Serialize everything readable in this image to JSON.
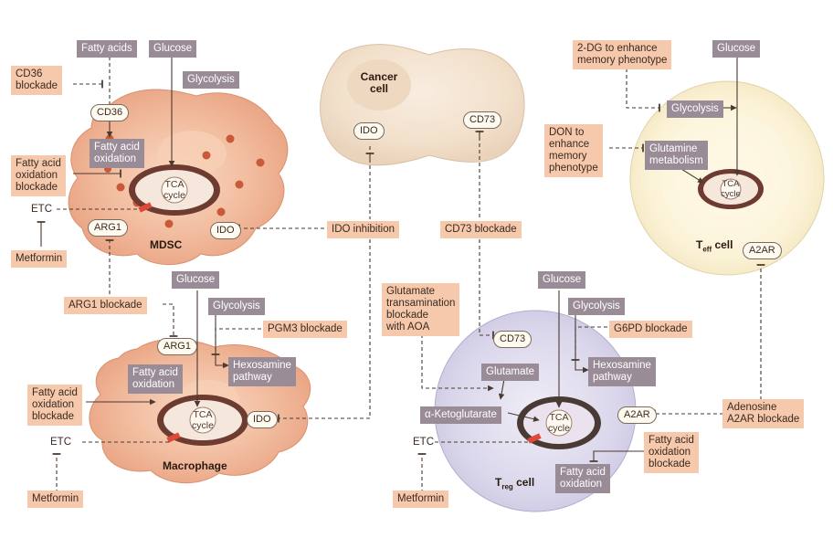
{
  "cells": {
    "mdsc": {
      "name": "MDSC"
    },
    "macrophage": {
      "name": "Macrophage"
    },
    "cancer": {
      "name": "Cancer\ncell"
    },
    "treg": {
      "name_main": "T",
      "name_sub": "reg",
      "name_tail": " cell"
    },
    "tmem": {
      "name_main": "T",
      "name_sub": "eff",
      "name_tail": " cell"
    }
  },
  "mito": {
    "tca": "TCA\ncycle",
    "tca_alt": "TCA\ncycle"
  },
  "mdsc": {
    "fatty_acids": "Fatty acids",
    "glucose": "Glucose",
    "glycolysis": "Glycolysis",
    "cd36_blockade": "CD36\nblockade",
    "cd36": "CD36",
    "fao": "Fatty acid\noxidation",
    "fao_blockade": "Fatty acid\noxidation\nblockade",
    "etc": "ETC",
    "arg1": "ARG1",
    "metformin": "Metformin",
    "ido": "IDO"
  },
  "middle": {
    "ido_inhibition": "IDO inhibition",
    "cancer_ido": "IDO",
    "cancer_cd73": "CD73",
    "cd73_blockade": "CD73 blockade",
    "arg1_blockade": "ARG1 blockade"
  },
  "macrophage": {
    "glucose": "Glucose",
    "glycolysis": "Glycolysis",
    "pgm3_blockade": "PGM3 blockade",
    "arg1": "ARG1",
    "hexosamine": "Hexosamine\npathway",
    "fao": "Fatty acid\noxidation",
    "fao_blockade": "Fatty acid\noxidation\nblockade",
    "ido": "IDO",
    "etc": "ETC",
    "metformin": "Metformin"
  },
  "treg": {
    "glut_blockade": "Glutamate\ntransamination\nblockade\nwith AOA",
    "glucose": "Glucose",
    "glycolysis": "Glycolysis",
    "g6pd_blockade": "G6PD blockade",
    "cd73": "CD73",
    "glutamate": "Glutamate",
    "hexosamine": "Hexosamine\npathway",
    "aketo": "α-Ketoglutarate",
    "a2ar": "A2AR",
    "adenosine_blockade": "Adenosine\nA2AR blockade",
    "etc": "ETC",
    "fao": "Fatty acid\noxidation",
    "fao_blockade": "Fatty acid\noxidation\nblockade",
    "metformin": "Metformin"
  },
  "tmem": {
    "dg2": "2-DG to enhance\nmemory phenotype",
    "glucose": "Glucose",
    "glycolysis": "Glycolysis",
    "don": "DON to\nenhance\nmemory\nphenotype",
    "glutamine": "Glutamine\nmetabolism",
    "a2ar": "A2AR"
  },
  "colors": {
    "grey_box": "#9a8c96",
    "pink_box": "#f6c9ad",
    "cell_orange": "#f0b89a",
    "cell_beige": "#f3e3cf",
    "cell_lavender": "#d9d6ea",
    "cell_cream": "#fbf3d9",
    "mito_dark": "#6e3b30"
  }
}
